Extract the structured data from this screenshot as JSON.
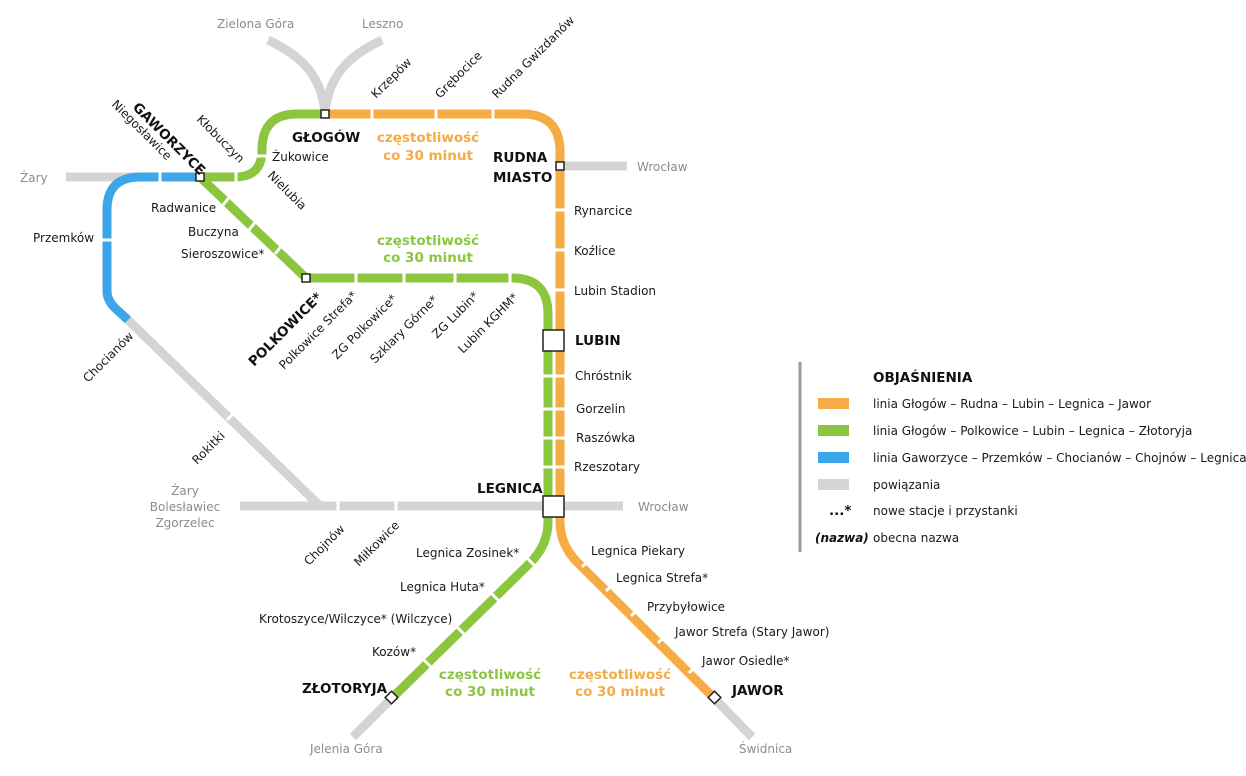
{
  "colors": {
    "orange": "#f5ac45",
    "green": "#8cc63f",
    "blue": "#3da6e8",
    "gray": "#d4d4d4"
  },
  "connections": {
    "zielona_gora": "Zielona Góra",
    "leszno": "Leszno",
    "zary_west": "Żary",
    "wroclaw_north": "Wrocław",
    "wroclaw_south": "Wrocław",
    "zary_bol_zgo": [
      "Żary",
      "Bolesławiec",
      "Zgorzelec"
    ],
    "jelenia_gora": "Jelenia Góra",
    "swidnica": "Świdnica"
  },
  "major_stations": {
    "glogow": "GŁOGÓW",
    "gaworzyce": "GAWORZYCE",
    "rudna": [
      "RUDNA",
      "MIASTO"
    ],
    "polkowice": "POLKOWICE*",
    "lubin": "LUBIN",
    "legnica": "LEGNICA",
    "zlotoryja": "ZŁOTORYJA",
    "jawor": "JAWOR"
  },
  "stations": {
    "krzepow": "Krzepów",
    "grebocice": "Grębocice",
    "rudna_gwizdanow": "Rudna Gwizdanów",
    "zukowice": "Żukowice",
    "klobuczyn": "Kłobuczyn",
    "nielubia": "Nielubia",
    "niegoslawice": "Niegosławice",
    "radwanice": "Radwanice",
    "buczyna": "Buczyna",
    "sieroszowice": "Sieroszowice*",
    "przemkow": "Przemków",
    "chocianow": "Chocianów",
    "rokitki": "Rokitki",
    "chojnow": "Chojnów",
    "milkowice": "Miłkowice",
    "rynarcice": "Rynarcice",
    "kozlice": "Koźlice",
    "lubin_stadion": "Lubin Stadion",
    "polkowice_strefa": "Polkowice Strefa*",
    "zg_polkowice": "ZG Polkowice*",
    "sklary_gorne": "Szklary Górne*",
    "zg_lubin": "ZG Lubin*",
    "lubin_kghm": "Lubin KGHM*",
    "chrostnik": "Chróstnik",
    "gorzelin": "Gorzelin",
    "raszowka": "Raszówka",
    "rzeszotary": "Rzeszotary",
    "legnica_zosinek": "Legnica Zosinek*",
    "legnica_huta": "Legnica Huta*",
    "krotoszyce": "Krotoszyce/Wilczyce* (Wilczyce)",
    "kozow": "Kozów*",
    "legnica_piekary": "Legnica Piekary",
    "legnica_strefa": "Legnica Strefa*",
    "przybylowice": "Przybyłowice",
    "jawor_strefa": "Jawor Strefa  (Stary Jawor)",
    "jawor_osiedle": "Jawor Osiedle*"
  },
  "frequency_labels": {
    "glogow_rudna": [
      "częstotliwość",
      "co 30 minut"
    ],
    "polkowice_lubin": [
      "częstotliwość",
      "co 30 minut"
    ],
    "zlotoryja": [
      "częstotliwość",
      "co 30 minut"
    ],
    "jawor": [
      "częstotliwość",
      "co 30 minut"
    ]
  },
  "legend": {
    "title": "OBJAŚNIENIA",
    "items": [
      {
        "swatch": "orange",
        "label": "linia Głogów – Rudna – Lubin – Legnica – Jawor"
      },
      {
        "swatch": "green",
        "label": "linia Głogów – Polkowice – Lubin – Legnica – Złotoryja"
      },
      {
        "swatch": "blue",
        "label": "linia  Gaworzyce – Przemków – Chocianów – Chojnów – Legnica"
      },
      {
        "swatch": "gray",
        "label": "powiązania"
      }
    ],
    "new_symbol": "...*",
    "new_label": "nowe stacje i przystanki",
    "current_symbol": "(nazwa)",
    "current_label": "obecna nazwa"
  }
}
